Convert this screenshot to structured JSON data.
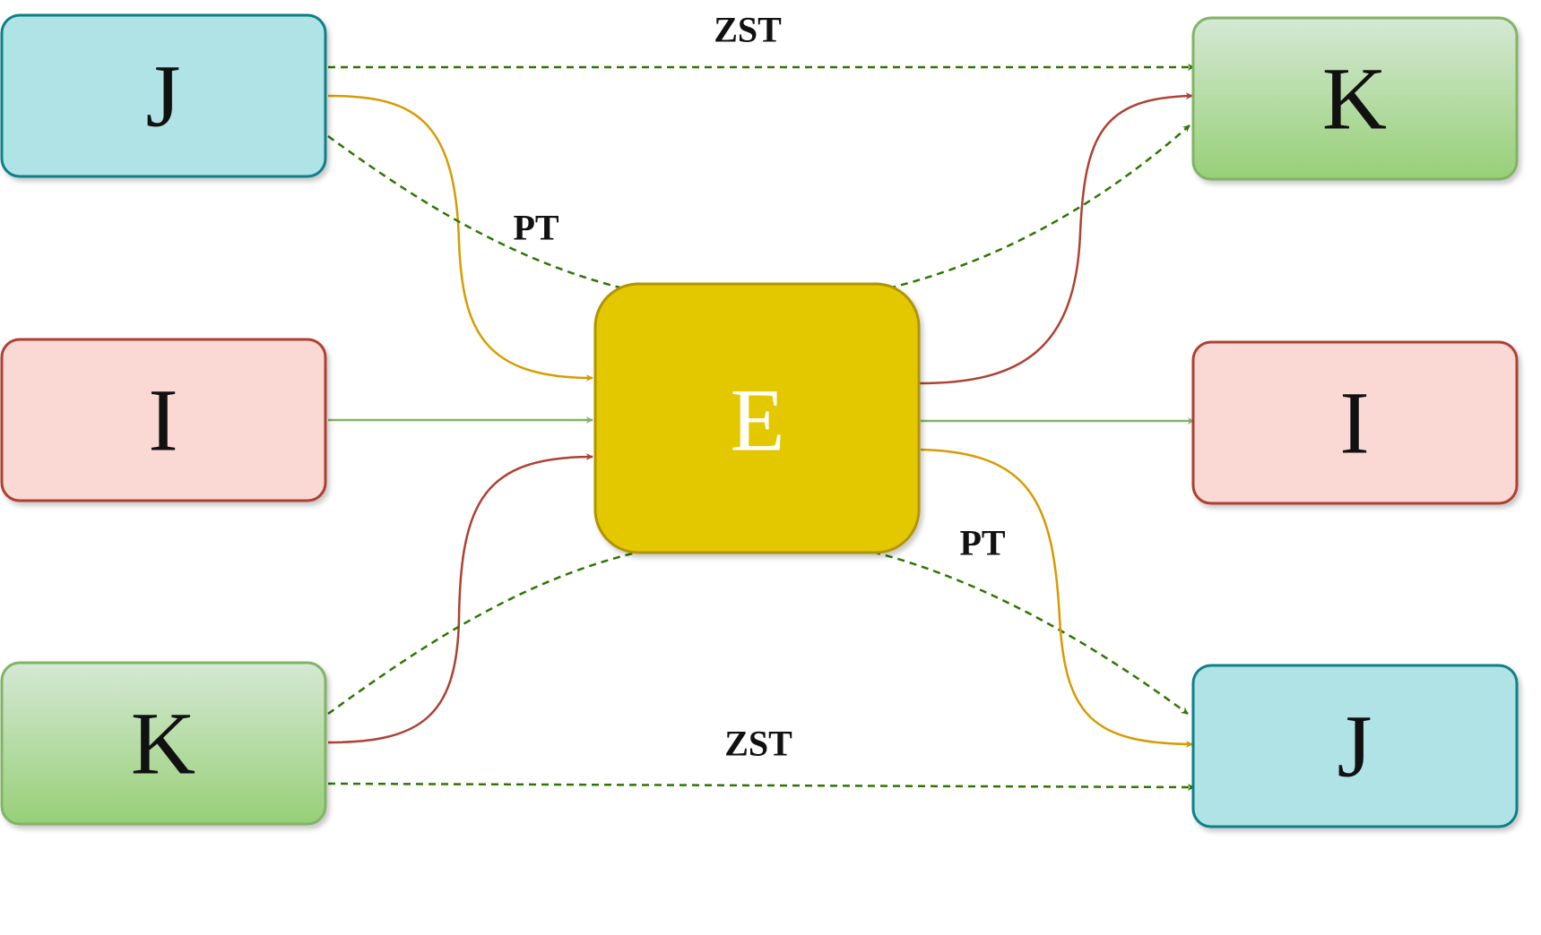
{
  "nodes": {
    "left_top": {
      "label": "J"
    },
    "left_mid": {
      "label": "I"
    },
    "left_bot": {
      "label": "K"
    },
    "center": {
      "label": "E"
    },
    "right_top": {
      "label": "K"
    },
    "right_mid": {
      "label": "I"
    },
    "right_bot": {
      "label": "J"
    }
  },
  "edge_labels": {
    "zst_top": "ZST",
    "pt_top": "PT",
    "pt_bottom": "PT",
    "zst_bottom": "ZST"
  },
  "colors": {
    "cyan_fill": "#b0e3e6",
    "cyan_stroke": "#0e8088",
    "red_fill": "#fad9d5",
    "red_stroke": "#ae4132",
    "green_fill_top": "#d5e8d4",
    "green_fill_bottom": "#97d077",
    "green_stroke": "#82b366",
    "center_fill": "#e3c800",
    "center_stroke": "#b09500",
    "edge_orange": "#d79b00",
    "edge_red": "#ae4132",
    "edge_green_dashed": "#2d7600",
    "edge_green_solid": "#82b366"
  }
}
